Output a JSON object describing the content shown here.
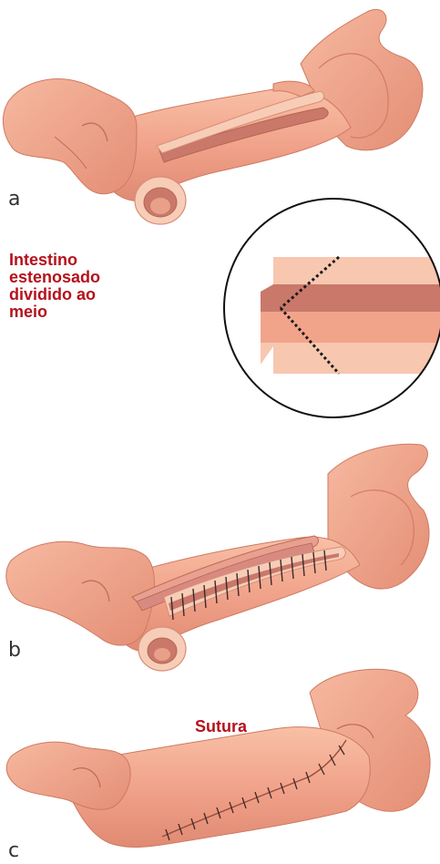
{
  "panels": {
    "a": {
      "label": "a"
    },
    "b": {
      "label": "b"
    },
    "c": {
      "label": "c"
    }
  },
  "callouts": {
    "divided_lines": [
      "Intestino",
      "estenosado",
      "dividido ao",
      "meio"
    ],
    "suture": "Sutura"
  },
  "colors": {
    "intestine_fill": "#f3a98e",
    "intestine_shade": "#e0887000",
    "intestine_outline": "#c96a55",
    "inner_wall": "#f7cdb8",
    "lumen": "#c9786a",
    "suture": "#3a2a2a",
    "callout_text": "#b5121b",
    "detail_circle": "#111111"
  }
}
